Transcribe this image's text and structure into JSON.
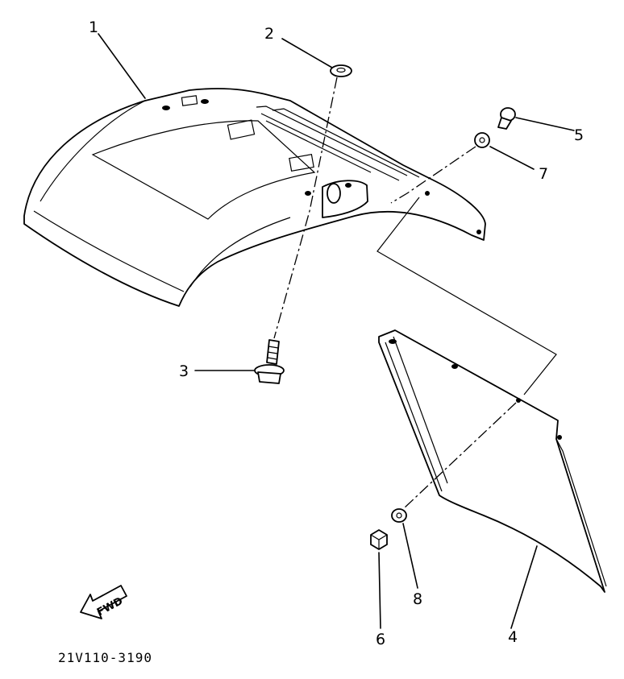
{
  "diagram": {
    "callouts": [
      "1",
      "2",
      "3",
      "4",
      "5",
      "6",
      "7",
      "8"
    ],
    "direction_arrow_label": "FWD",
    "drawing_code": "21V110-3190"
  }
}
